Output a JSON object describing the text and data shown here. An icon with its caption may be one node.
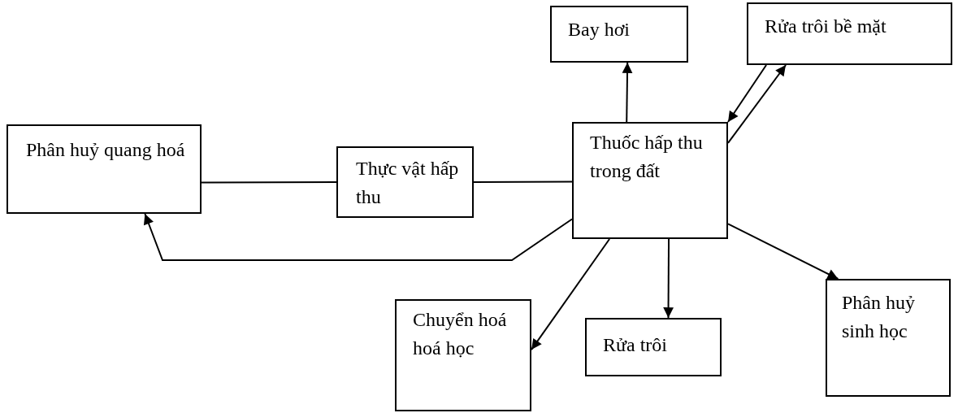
{
  "diagram": {
    "nodes": [
      {
        "text": [
          "Phân huỷ quang hoá"
        ]
      },
      {
        "text": [
          "Thực vật hấp thu"
        ]
      },
      {
        "text": [
          "Thuốc hấp thu trong đất"
        ]
      },
      {
        "text": [
          "Bay hơi"
        ]
      },
      {
        "text": [
          "Rửa trôi bề mặt"
        ]
      },
      {
        "text": [
          "Chuyển hoá hoá học"
        ]
      },
      {
        "text": [
          "Rửa trôi"
        ]
      },
      {
        "text": [
          "Phân huỷ sinh học"
        ]
      }
    ],
    "edges": [
      {
        "from": 0,
        "to": 1,
        "arrow": "none"
      },
      {
        "from": 1,
        "to": 2,
        "arrow": "none"
      },
      {
        "from": 2,
        "to": 3,
        "arrow": "to"
      },
      {
        "from": 4,
        "to": 2,
        "arrow": "to"
      },
      {
        "from": 2,
        "to": 4,
        "arrow": "to"
      },
      {
        "from": 2,
        "to": 0,
        "arrow": "to"
      },
      {
        "from": 2,
        "to": 5,
        "arrow": "to"
      },
      {
        "from": 2,
        "to": 6,
        "arrow": "to"
      },
      {
        "from": 2,
        "to": 7,
        "arrow": "to"
      }
    ]
  }
}
